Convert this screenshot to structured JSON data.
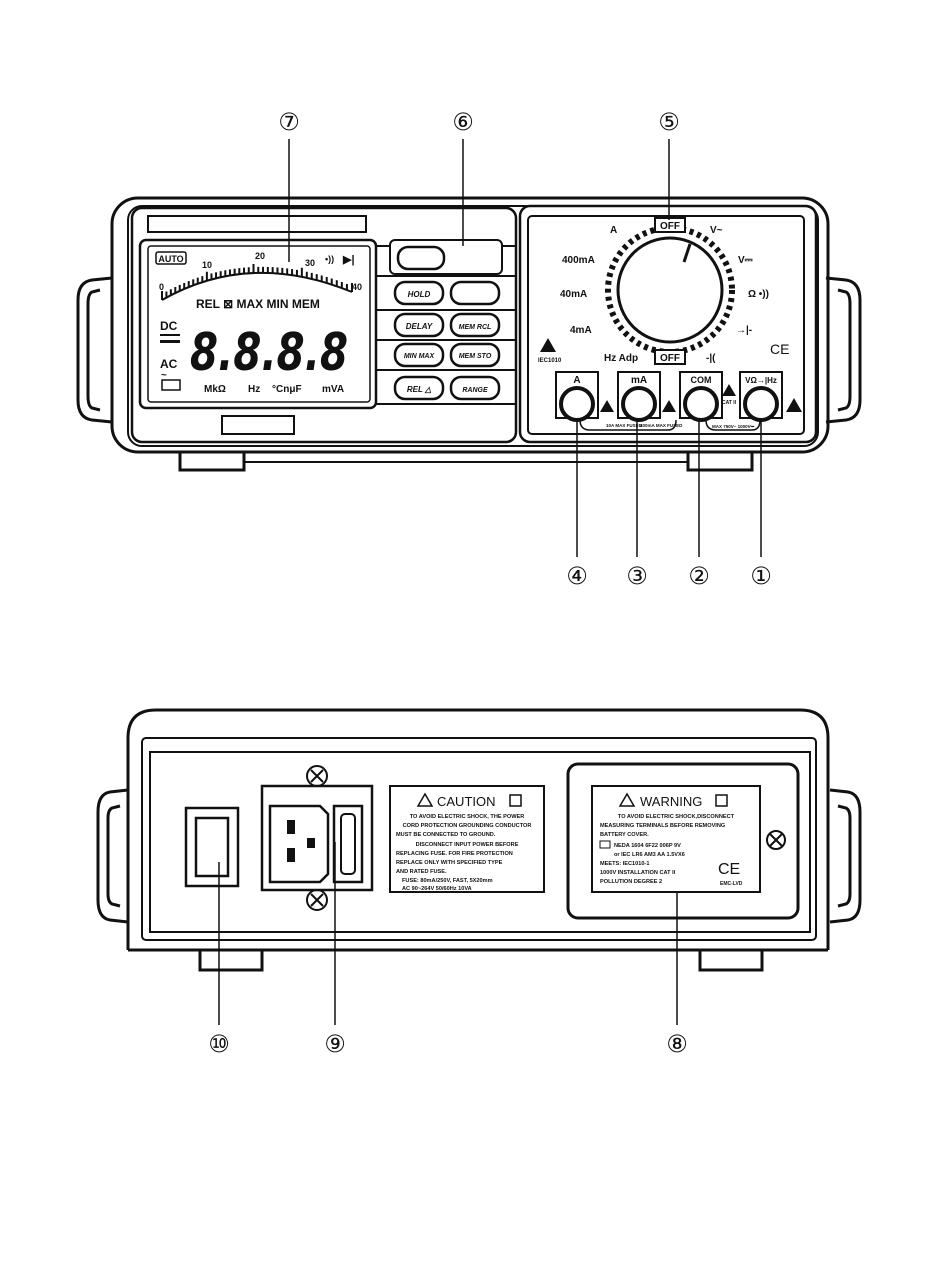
{
  "front": {
    "callouts": [
      "①",
      "②",
      "③",
      "④",
      "⑤",
      "⑥",
      "⑦"
    ],
    "lcd": {
      "auto": "AUTO",
      "scale_ticks": [
        "0",
        "10",
        "20",
        "30",
        "40"
      ],
      "beep_symbol": "•))",
      "diode_symbol": "▶|",
      "status_row": "REL ⊠ MAX MIN MEM",
      "digits": "8.8.8.8",
      "dc": "DC",
      "ac": "AC",
      "units": [
        "MkΩ",
        "Hz",
        "°CnμF",
        "mVA"
      ]
    },
    "buttons": {
      "hold": "HOLD",
      "delay": "DELAY",
      "minmax": "MIN MAX",
      "rel": "REL △",
      "memrcl": "MEM RCL",
      "memsto": "MEM STO",
      "range": "RANGE"
    },
    "dial": {
      "off_top": "OFF",
      "off_bottom": "OFF",
      "a": "A",
      "v_ac": "V~",
      "ma400": "400mA",
      "v_dc": "V⎓",
      "ma40": "40mA",
      "ohm": "Ω •))",
      "ma4": "4mA",
      "diode": "→|-",
      "hz_adp": "Hz Adp",
      "cap": "-|(",
      "ce": "CE",
      "iec": "IEC1010"
    },
    "jacks": {
      "a": "A",
      "ma": "mA",
      "com": "COM",
      "vohm": "VΩ→|Hz",
      "cat": "CAT II",
      "fused_a": "10A MAX FUSED",
      "fused_ma": "400mA MAX FUSED",
      "max_v": "MAX 750V~ 1000V⎓"
    }
  },
  "rear": {
    "callouts": [
      "⑧",
      "⑨",
      "⑩"
    ],
    "caution": {
      "title": "CAUTION",
      "lines": [
        "TO AVOID ELECTRIC SHOCK, THE POWER",
        "CORD PROTECTION GROUNDING CONDUCTOR",
        "MUST BE CONNECTED TO GROUND.",
        "DISCONNECT INPUT POWER BEFORE",
        "REPLACING FUSE. FOR FIRE PROTECTION",
        "REPLACE ONLY WITH SPECIFIED TYPE",
        "AND RATED FUSE.",
        "FUSE: 80mA/250V, FAST, 5X20mm",
        "AC 90~264V  50/60Hz  10VA"
      ]
    },
    "warning": {
      "title": "WARNING",
      "lines": [
        "TO AVOID ELECTRIC SHOCK,DISCONNECT",
        "MEASURING TERMINALS BEFORE REMOVING",
        "BATTERY COVER.",
        "NEDA 1604  6F22  006P  9V",
        "or IEC LR6  AM3  AA  1.5VX6",
        "MEETS: IEC1010-1",
        "1000V INSTALLATION CAT  II",
        "POLLUTION DEGREE  2"
      ],
      "ce": "CE",
      "emc": "EMC-LVD"
    }
  }
}
